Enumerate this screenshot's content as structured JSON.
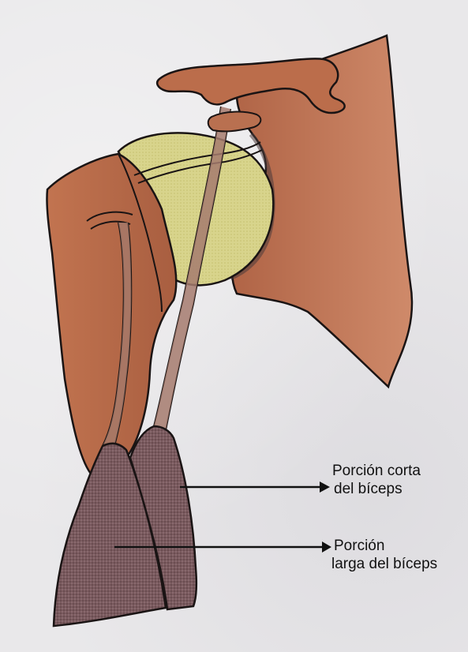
{
  "labels": {
    "short_head": {
      "line1": "Porción corta",
      "line2": "del bíceps"
    },
    "long_head": {
      "line1": "Porción",
      "line2": "larga del bíceps"
    }
  },
  "colors": {
    "background": "#e9e8ea",
    "muscle": "#b96a48",
    "scapula": "#c47a5a",
    "humeral_head": "#dfdc9a",
    "muscle_belly": "#7a5a5e",
    "tendon": "#a57a6c",
    "outline": "#1a1414",
    "arrow": "#111111"
  }
}
